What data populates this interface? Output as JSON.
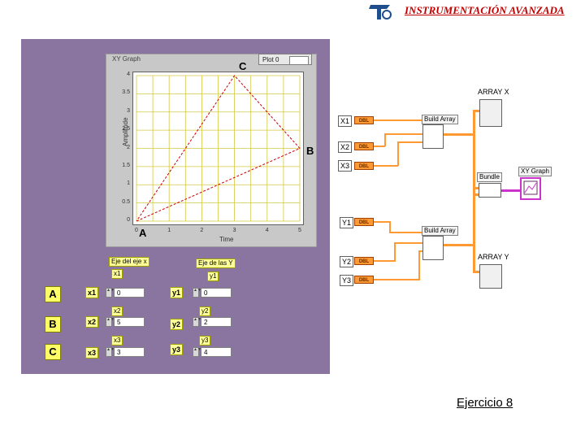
{
  "header": {
    "title": "INSTRUMENTACIÓN AVANZADA"
  },
  "front_panel": {
    "graph": {
      "title": "XY Graph",
      "plot_legend": "Plot 0",
      "xlabel": "Time",
      "ylabel": "Amplitude",
      "x_ticks": [
        "0",
        "1",
        "2",
        "3",
        "4",
        "5"
      ],
      "y_ticks": [
        "0",
        "0.5",
        "1",
        "1.5",
        "2",
        "2.5",
        "3",
        "3.5",
        "4"
      ]
    },
    "point_labels": {
      "a": "A",
      "b": "B",
      "c": "C"
    },
    "cluster_x_label": "Eje del eje x",
    "cluster_y_label": "Eje de las Y",
    "x1_caption": "x1",
    "y1_caption": "y1",
    "x2_caption": "x2",
    "y2_caption": "y2",
    "x3_caption": "x3",
    "y3_caption": "y3",
    "rows": [
      {
        "letter": "A",
        "xlabel": "x1",
        "xvalue": "0",
        "ylabel": "y1",
        "yvalue": "0"
      },
      {
        "letter": "B",
        "xlabel": "x2",
        "xvalue": "5",
        "ylabel": "y2",
        "yvalue": "2"
      },
      {
        "letter": "C",
        "xlabel": "x3",
        "xvalue": "3",
        "ylabel": "y3",
        "yvalue": "4"
      }
    ]
  },
  "block_diagram": {
    "x_terms": [
      "X1",
      "X2",
      "X3"
    ],
    "y_terms": [
      "Y1",
      "Y2",
      "Y3"
    ],
    "dbl": "DBL",
    "build_array_label": "Build Array",
    "array_x_label": "ARRAY X",
    "array_y_label": "ARRAY Y",
    "bundle_label": "Bundle",
    "xy_graph_label": "XY Graph"
  },
  "footer": {
    "text": "Ejercicio 8"
  },
  "chart_data": {
    "type": "line",
    "title": "XY Graph",
    "xlabel": "Time",
    "ylabel": "Amplitude",
    "xlim": [
      0,
      5
    ],
    "ylim": [
      0,
      4
    ],
    "grid": true,
    "series": [
      {
        "name": "Plot 0",
        "x": [
          0,
          5,
          3,
          0
        ],
        "y": [
          0,
          2,
          4,
          0
        ],
        "color": "#cc0000",
        "style": "dashed"
      }
    ]
  },
  "colors": {
    "panel": "#8a74a0",
    "wire": "#ff9933",
    "grid": "#d4c840",
    "trace": "#cc0000"
  }
}
